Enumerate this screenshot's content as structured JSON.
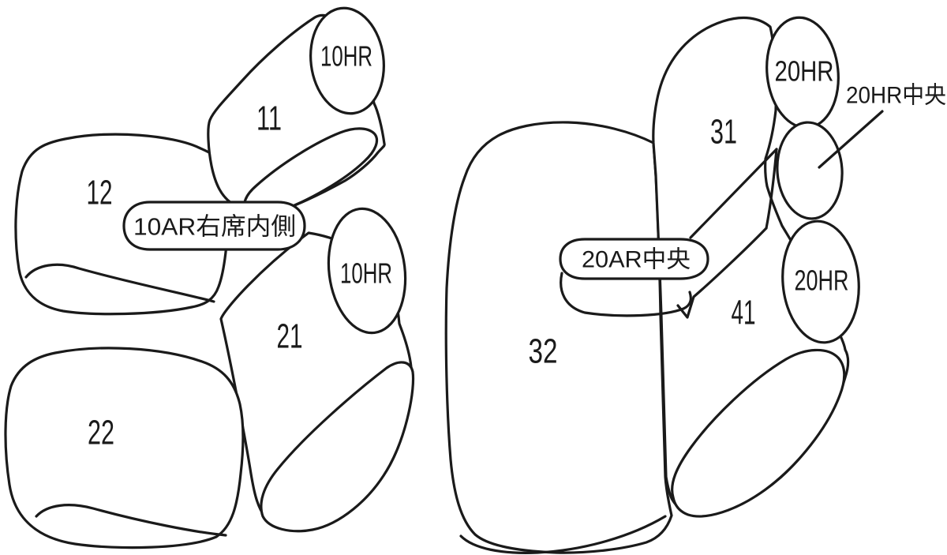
{
  "page": {
    "background": "#ffffff",
    "line_color": "#1a1a1a",
    "description_labels": "seat cover fitting diagram"
  },
  "labels": {
    "left_group": {
      "headrest_top": "10HR",
      "backrest_top": "11",
      "cushion_top": "12",
      "armrest_tag": "10AR右席内側",
      "headrest_bottom": "10HR",
      "backrest_bottom": "21",
      "cushion_bottom": "22"
    },
    "right_group": {
      "headrest_top": "20HR",
      "headrest_middle_callout": "20HR中央",
      "backrest_upper": "31",
      "backrest_main": "32",
      "armrest_tag": "20AR中央",
      "backrest_lower": "41",
      "headrest_bottom": "20HR"
    }
  }
}
